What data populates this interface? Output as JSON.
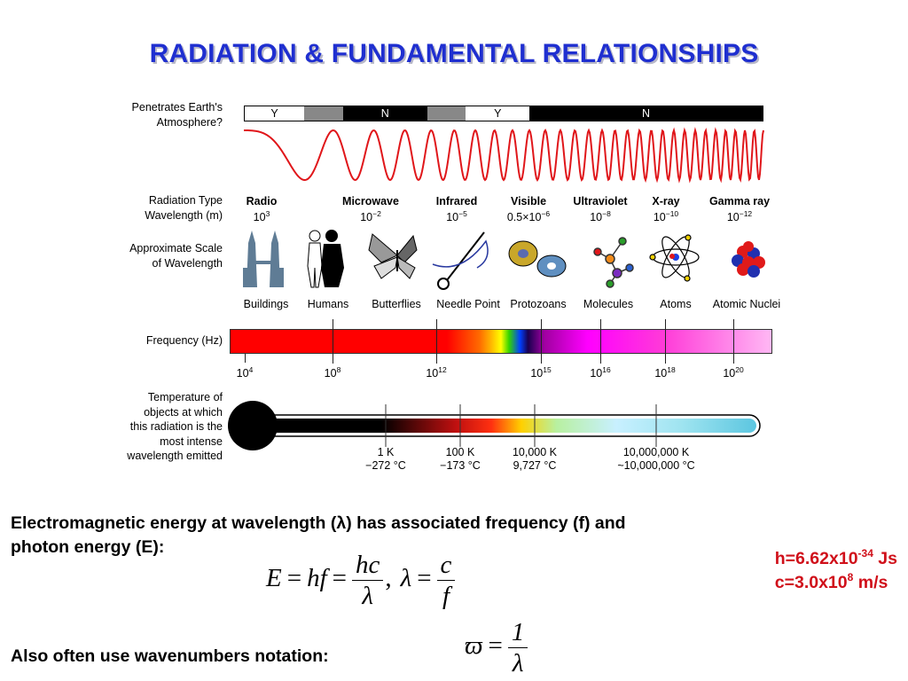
{
  "title": "RADIATION & FUNDAMENTAL RELATIONSHIPS",
  "labels": {
    "penetrates_l1": "Penetrates Earth's",
    "penetrates_l2": "Atmosphere?",
    "radiation_type": "Radiation Type",
    "wavelength": "Wavelength (m)",
    "scale_l1": "Approximate Scale",
    "scale_l2": "of Wavelength",
    "frequency": "Frequency (Hz)",
    "temp_l1": "Temperature of",
    "temp_l2": "objects at which",
    "temp_l3": "this radiation is the",
    "temp_l4": "most intense",
    "temp_l5": "wavelength emitted"
  },
  "penetration": [
    {
      "label": "Y",
      "type": "y",
      "frac": 0.115
    },
    {
      "label": "",
      "type": "p",
      "frac": 0.075
    },
    {
      "label": "N",
      "type": "n",
      "frac": 0.162
    },
    {
      "label": "",
      "type": "p",
      "frac": 0.075
    },
    {
      "label": "Y",
      "type": "y",
      "frac": 0.123
    },
    {
      "label": "N",
      "type": "n",
      "frac": 0.45
    }
  ],
  "radiation": [
    {
      "name": "Radio",
      "base": "10",
      "exp": "3"
    },
    {
      "name": "Microwave",
      "base": "10",
      "exp": "−2"
    },
    {
      "name": "Infrared",
      "base": "10",
      "exp": "−5"
    },
    {
      "name": "Visible",
      "base": "0.5×10",
      "exp": "−6"
    },
    {
      "name": "Ultraviolet",
      "base": "10",
      "exp": "−8"
    },
    {
      "name": "X-ray",
      "base": "10",
      "exp": "−10"
    },
    {
      "name": "Gamma ray",
      "base": "10",
      "exp": "−12"
    }
  ],
  "scales": [
    "Buildings",
    "Humans",
    "Butterflies",
    "Needle Point",
    "Protozoans",
    "Molecules",
    "Atoms",
    "Atomic Nuclei"
  ],
  "frequency_ticks": [
    {
      "base": "10",
      "exp": "4"
    },
    {
      "base": "10",
      "exp": "8"
    },
    {
      "base": "10",
      "exp": "12"
    },
    {
      "base": "10",
      "exp": "15"
    },
    {
      "base": "10",
      "exp": "16"
    },
    {
      "base": "10",
      "exp": "18"
    },
    {
      "base": "10",
      "exp": "20"
    }
  ],
  "temperatures": [
    {
      "k": "1 K",
      "c": "−272 °C"
    },
    {
      "k": "100 K",
      "c": "−173 °C"
    },
    {
      "k": "10,000 K",
      "c": "9,727 °C"
    },
    {
      "k": "10,000,000 K",
      "c": "~10,000,000 °C"
    }
  ],
  "text": {
    "para_l1": "Electromagnetic energy at wavelength (λ) has associated frequency (f) and",
    "para_l2": "photon energy (E):",
    "h_pre": "h=6.62x10",
    "h_exp": "-34",
    "h_post": " Js",
    "c_pre": "c=3.0x10",
    "c_exp": "8",
    "c_post": " m/s",
    "also": "Also often use wavenumbers notation:"
  },
  "equations": {
    "E": "E",
    "hf": "hf",
    "hc": "hc",
    "lambda": "λ",
    "comma": ",",
    "c": "c",
    "f": "f",
    "varpi": "ϖ",
    "one": "1",
    "eq": "="
  }
}
